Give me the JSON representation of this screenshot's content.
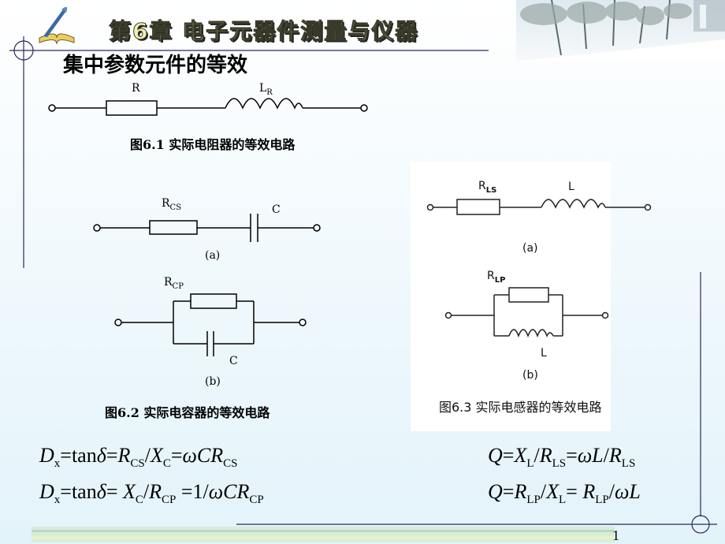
{
  "header": {
    "chapter_title": "第6章  电子元器件测量与仪器",
    "icon": "book-quill-icon",
    "decorative_image": "snowy-trees-landscape"
  },
  "slide": {
    "heading": "集中参数元件的等效",
    "page_number": "1"
  },
  "fig61": {
    "label_r": "R",
    "label_lr_main": "L",
    "label_lr_sub": "R",
    "caption": "图6.1 实际电阻器的等效电路"
  },
  "fig62": {
    "a_label_r_main": "R",
    "a_label_r_sub": "CS",
    "a_label_c": "C",
    "a_tag": "(a)",
    "b_label_r_main": "R",
    "b_label_r_sub": "CP",
    "b_label_c": "C",
    "b_tag": "(b)",
    "caption": "图6.2 实际电容器的等效电路"
  },
  "fig63": {
    "a_label_r_main": "R",
    "a_label_r_sub": "LS",
    "a_label_l": "L",
    "a_tag": "(a)",
    "b_label_r_main": "R",
    "b_label_r_sub": "LP",
    "b_label_l": "L",
    "b_tag": "(b)",
    "caption": "图6.3 实际电感器的等效电路"
  },
  "formulas": {
    "capacitor_series": "Dx=tanδ=RCS/XC=ωCRCS",
    "capacitor_parallel": "Dx=tanδ= XC/RCP =1/ωCRCP",
    "inductor_series": "Q=XL/RLS=ωL/RLS",
    "inductor_parallel": "Q=RLP/XL= RLP/ωL"
  },
  "colors": {
    "header_line": "#2a2a60",
    "figure_panel": "#ffffff",
    "title_fill": "#f4f0b0"
  }
}
